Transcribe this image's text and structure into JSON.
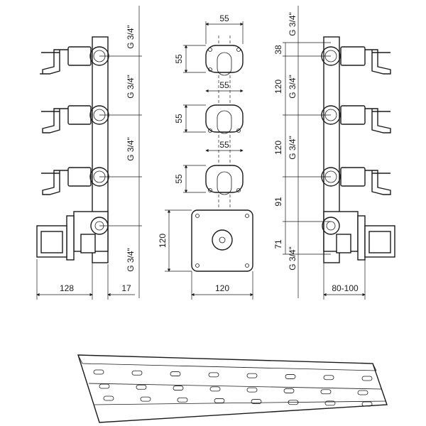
{
  "left_view": {
    "thread_labels": [
      "G 3/4\"",
      "G 3/4\"",
      "G 3/4\"",
      "G 3/4\""
    ],
    "width_dims": [
      "128",
      "17"
    ]
  },
  "front_view": {
    "spacing_dims": [
      "55",
      "55",
      "55"
    ],
    "height_dims": [
      "55",
      "55",
      "55"
    ],
    "plate_height": "120",
    "plate_width": "120"
  },
  "right_view": {
    "thread_labels": [
      "G 3/4\"",
      "G 3/4\"",
      "G 3/4\"",
      "G 3/4\""
    ],
    "spacing_dims": [
      "38",
      "120",
      "120",
      "91",
      "71"
    ],
    "depth_dim": "80-100"
  },
  "colors": {
    "line": "#1a1a1a",
    "background": "#ffffff"
  }
}
